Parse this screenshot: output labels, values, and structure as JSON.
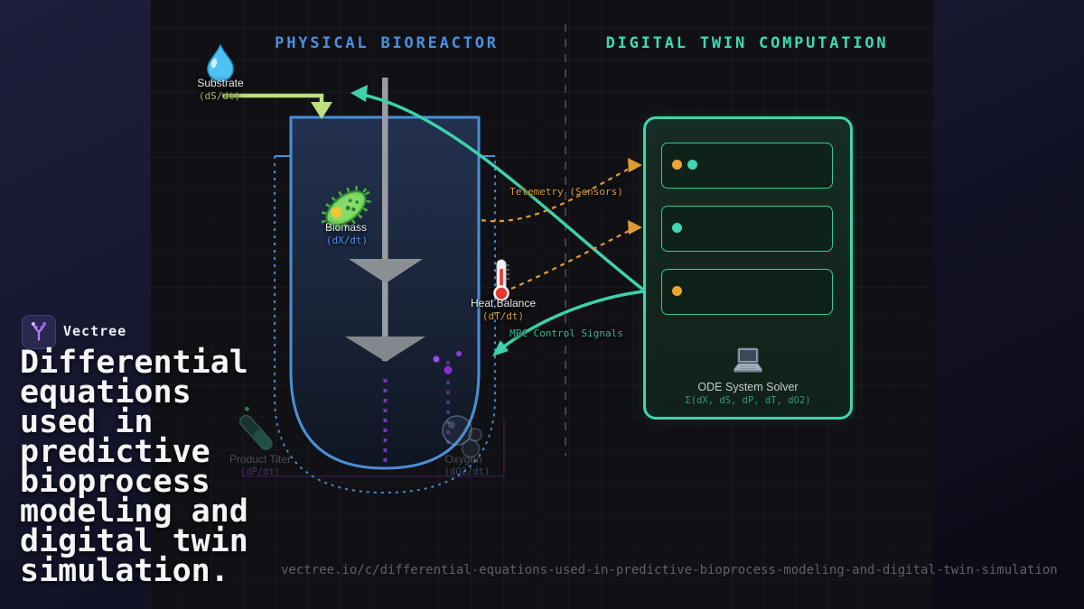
{
  "brand": {
    "name": "Vectree",
    "logo_icon": "vectree-branch-icon"
  },
  "title": "Differential\nequations\nused in\npredictive\nbioprocess\nmodeling and\ndigital twin\nsimulation.",
  "url": "vectree.io/c/differential-equations-used-in-predictive-bioprocess-modeling-and-digital-twin-simulation",
  "diagram": {
    "left_header": "PHYSICAL BIOREACTOR",
    "right_header": "DIGITAL TWIN COMPUTATION",
    "bioreactor": {
      "substrate": {
        "label": "Substrate",
        "equation": "(dS/dt)",
        "icon": "droplet-icon"
      },
      "biomass": {
        "label": "Biomass",
        "equation": "(dX/dt)",
        "icon": "microbe-icon"
      },
      "heat": {
        "label": "Heat Balance",
        "equation": "(dT/dt)",
        "icon": "thermometer-icon"
      },
      "product": {
        "label": "Product Titer",
        "equation": "(dP/dt)",
        "icon": "test-tube-icon"
      },
      "oxygen": {
        "label": "Oxygen",
        "equation": "(dO2/dt)",
        "icon": "bubbles-icon"
      }
    },
    "flows": {
      "telemetry": "Telemetry (Sensors)",
      "mpc": "MPC Control Signals"
    },
    "solver": {
      "label": "ODE System Solver",
      "equation": "Σ(dX, dS, dP, dT, dO2)",
      "icon": "laptop-icon"
    }
  },
  "colors": {
    "accent_blue": "#4a90e2",
    "accent_teal": "#3edcb4",
    "accent_orange": "#e09c33",
    "accent_lime": "#bbe07c",
    "accent_purple": "#8b3fd6",
    "tank_border": "#4a8fd4"
  }
}
